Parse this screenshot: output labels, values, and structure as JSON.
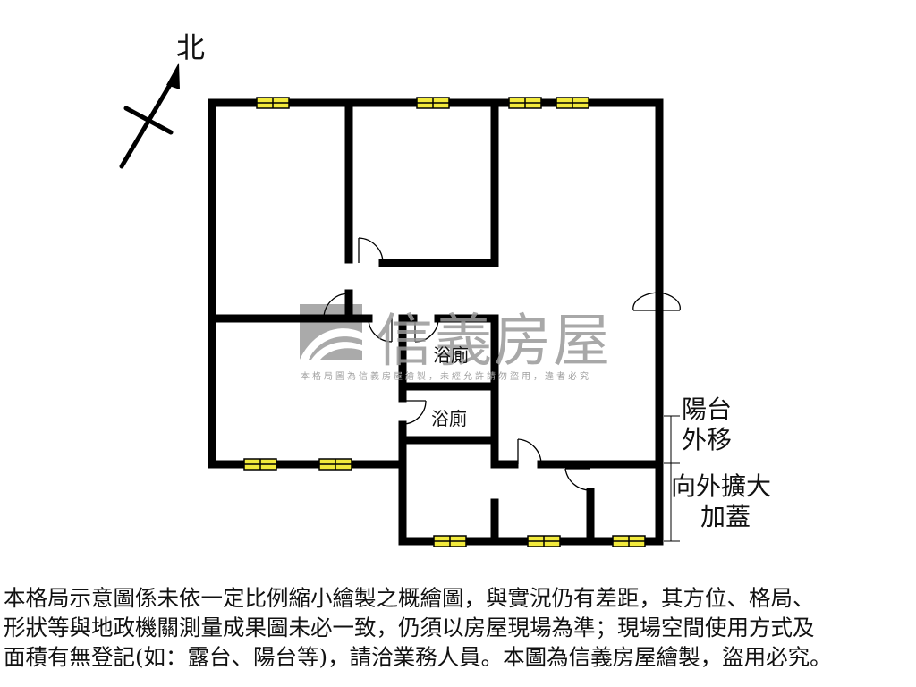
{
  "compass": {
    "label": "北",
    "icon": "north-arrow-icon"
  },
  "watermark": {
    "brand": "信義房屋",
    "notice": "本格局圖為信義房屋繪製，未經允許請勿盜用，違者必究",
    "logo_icon": "sinyi-logo-icon"
  },
  "rooms": {
    "bathroom_1": "浴廁",
    "bathroom_2": "浴廁"
  },
  "annotations": {
    "balcony_line1": "陽台",
    "balcony_line2": "外移",
    "extension_line1": "向外擴大",
    "extension_line2": "加蓋"
  },
  "colors": {
    "wall": "#000000",
    "window": "#f2ea3c",
    "watermark": "#9a9a9a",
    "background": "#ffffff"
  },
  "disclaimer": {
    "line1": "本格局示意圖係未依一定比例縮小繪製之概繪圖，與實況仍有差距，其方位、格局、",
    "line2": "形狀等與地政機關測量成果圖未必一致，仍須以房屋現場為準；現場空間使用方式及",
    "line3": "面積有無登記(如：露台、陽台等)，請洽業務人員。本圖為信義房屋繪製，盜用必究。"
  }
}
